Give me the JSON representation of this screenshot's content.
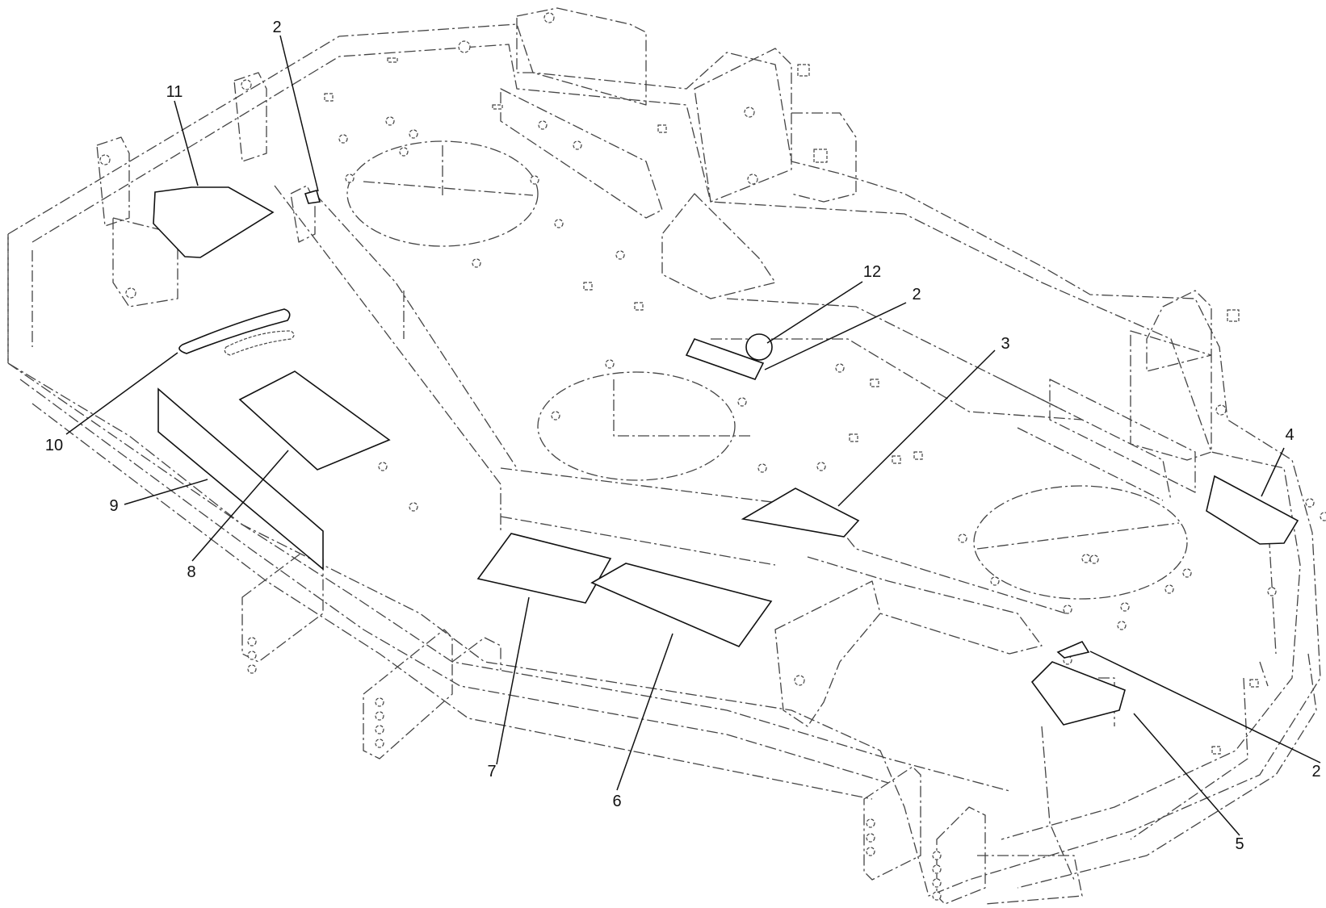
{
  "callouts": [
    {
      "id": "c2a",
      "text": "2"
    },
    {
      "id": "c11",
      "text": "11"
    },
    {
      "id": "c12",
      "text": "12"
    },
    {
      "id": "c2b",
      "text": "2"
    },
    {
      "id": "c3",
      "text": "3"
    },
    {
      "id": "c4",
      "text": "4"
    },
    {
      "id": "c10",
      "text": "10"
    },
    {
      "id": "c9",
      "text": "9"
    },
    {
      "id": "c8",
      "text": "8"
    },
    {
      "id": "c7",
      "text": "7"
    },
    {
      "id": "c6",
      "text": "6"
    },
    {
      "id": "c2c",
      "text": "2"
    },
    {
      "id": "c5",
      "text": "5"
    }
  ]
}
